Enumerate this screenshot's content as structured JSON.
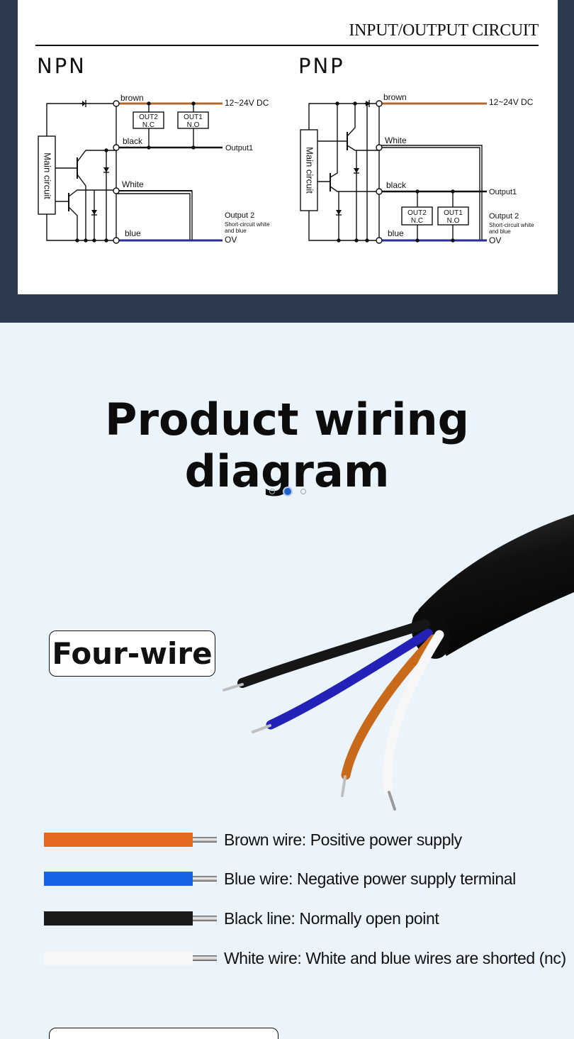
{
  "circuit": {
    "title": "INPUT/OUTPUT CIRCUIT",
    "npn": {
      "label": "NPN",
      "main_circuit": "Main circuit",
      "brown": "brown",
      "black": "black",
      "white": "White",
      "blue": "blue",
      "out2": "OUT2",
      "out2_sub": "N.C",
      "out1": "OUT1",
      "out1_sub": "N.O",
      "supply": "12~24V DC",
      "output1": "Output1",
      "output2": "Output 2",
      "short_note_1": "Short-circuit white",
      "short_note_2": "and blue",
      "zero_v": "OV"
    },
    "pnp": {
      "label": "PNP",
      "main_circuit": "Main circuit",
      "brown": "brown",
      "white": "White",
      "black": "black",
      "blue": "blue",
      "out2": "OUT2",
      "out2_sub": "N.C",
      "out1": "OUT1",
      "out1_sub": "N.O",
      "supply": "12~24V DC",
      "output1": "Output1",
      "output2": "Output 2",
      "short_note_1": "Short-circuit white",
      "short_note_2": "and blue",
      "zero_v": "OV"
    }
  },
  "section": {
    "title": "Product wiring diagram",
    "carousel": {
      "count": 3,
      "active": 2
    },
    "badge": "Four-wire"
  },
  "legend": [
    {
      "color": "#e2691e",
      "text": "Brown wire: Positive power supply"
    },
    {
      "color": "#1763e8",
      "text": "Blue wire: Negative power supply terminal"
    },
    {
      "color": "#1b1b1b",
      "text": "Black line: Normally open point"
    },
    {
      "color": "#f7f7f7",
      "text": "White wire: White and blue wires are shorted (nc)"
    }
  ],
  "colors": {
    "band": "#2b3a4f",
    "background": "#ebf4fb",
    "brown_trace": "#b0682e",
    "blue_trace": "#2a2f9a"
  },
  "icons": [
    "carousel-dot-icon",
    "cable-illustration"
  ]
}
